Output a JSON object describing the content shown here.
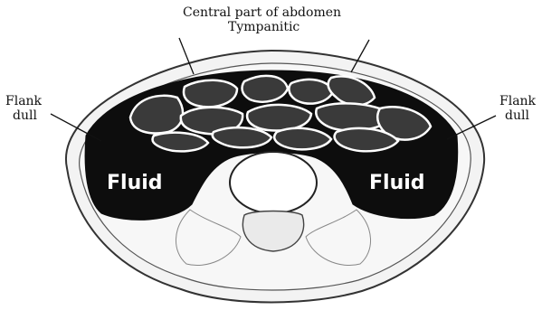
{
  "labels": {
    "central_line1": "Central part of abdomen",
    "central_line2": "Tympanitic",
    "flank_left_line1": "Flank",
    "flank_left_line2": "dull",
    "flank_right_line1": "Flank",
    "flank_right_line2": "dull",
    "fluid_left": "Fluid",
    "fluid_right": "Fluid"
  }
}
